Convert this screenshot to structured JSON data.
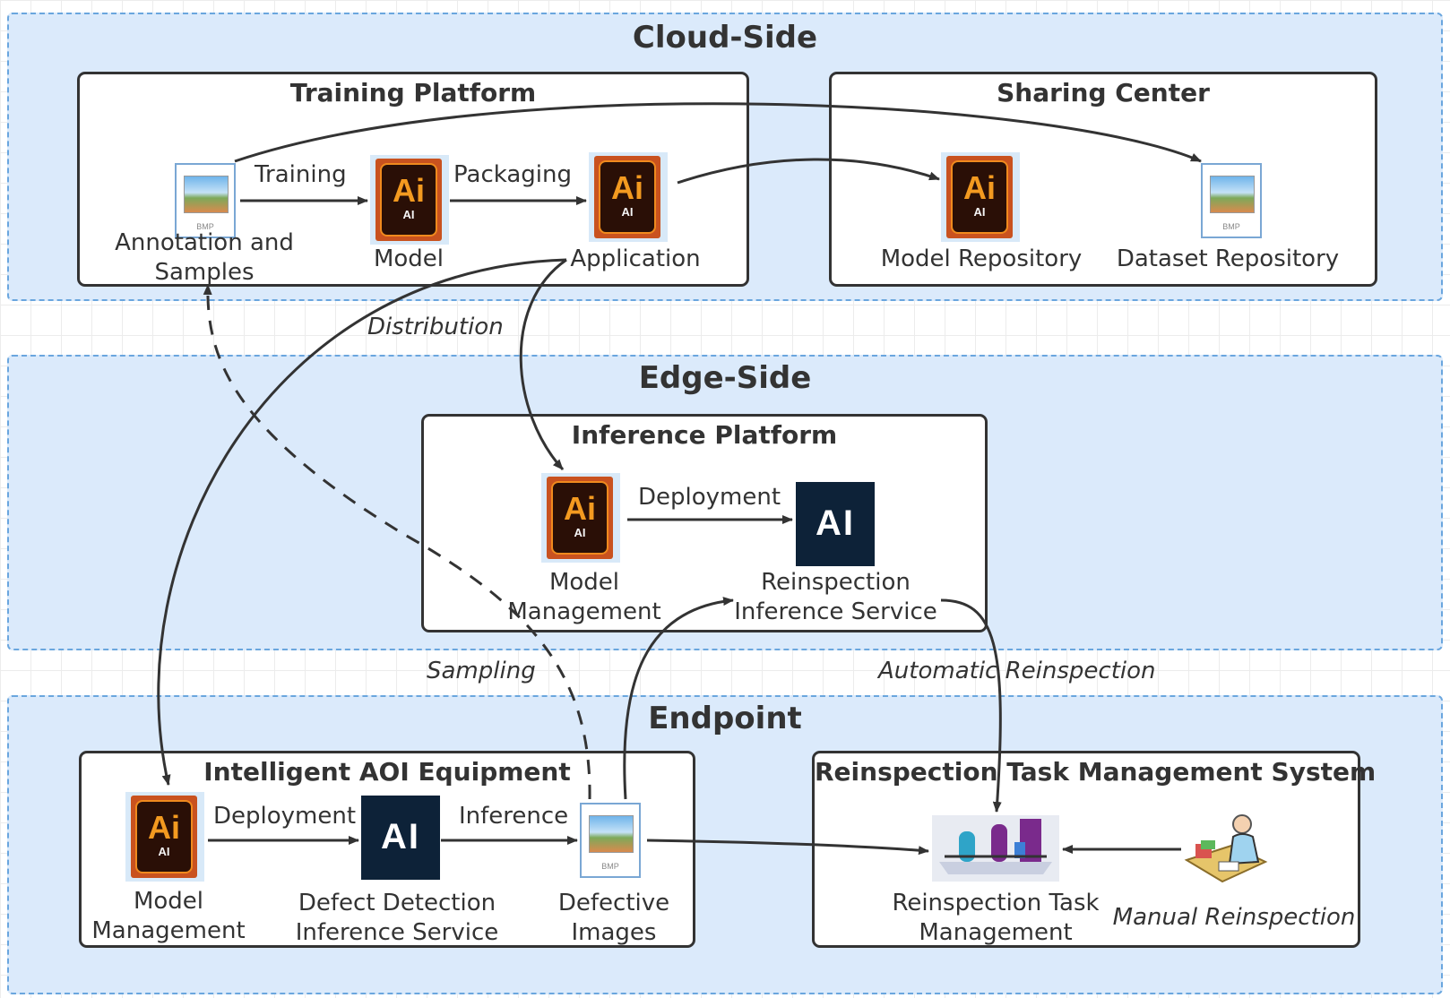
{
  "zones": {
    "cloud": {
      "title": "Cloud-Side"
    },
    "edge": {
      "title": "Edge-Side"
    },
    "endpoint": {
      "title": "Endpoint"
    }
  },
  "boxes": {
    "training_platform": "Training Platform",
    "sharing_center": "Sharing Center",
    "inference_platform": "Inference Platform",
    "aoi_equipment": "Intelligent AOI Equipment",
    "reinspection_system": "Reinspection Task Management System"
  },
  "nodes": {
    "annotation_samples": "Annotation and\nSamples",
    "model": "Model",
    "application": "Application",
    "model_repository": "Model Repository",
    "dataset_repository": "Dataset Repository",
    "edge_model_management": "Model\nManagement",
    "reinspection_inference_service": "Reinspection\nInference Service",
    "aoi_model_management": "Model\nManagement",
    "defect_detection_service": "Defect Detection\nInference Service",
    "defective_images": "Defective\nImages",
    "reinspection_task_management": "Reinspection Task\nManagement",
    "manual_reinspection": "Manual Reinspection"
  },
  "edges": {
    "training": "Training",
    "packaging": "Packaging",
    "distribution": "Distribution",
    "edge_deployment": "Deployment",
    "sampling": "Sampling",
    "automatic_reinspection": "Automatic Reinspection",
    "aoi_deployment": "Deployment",
    "inference": "Inference"
  },
  "icons": {
    "ai_big": "Ai",
    "ai_small": "AI",
    "chip": "AI",
    "bmp": "BMP"
  }
}
